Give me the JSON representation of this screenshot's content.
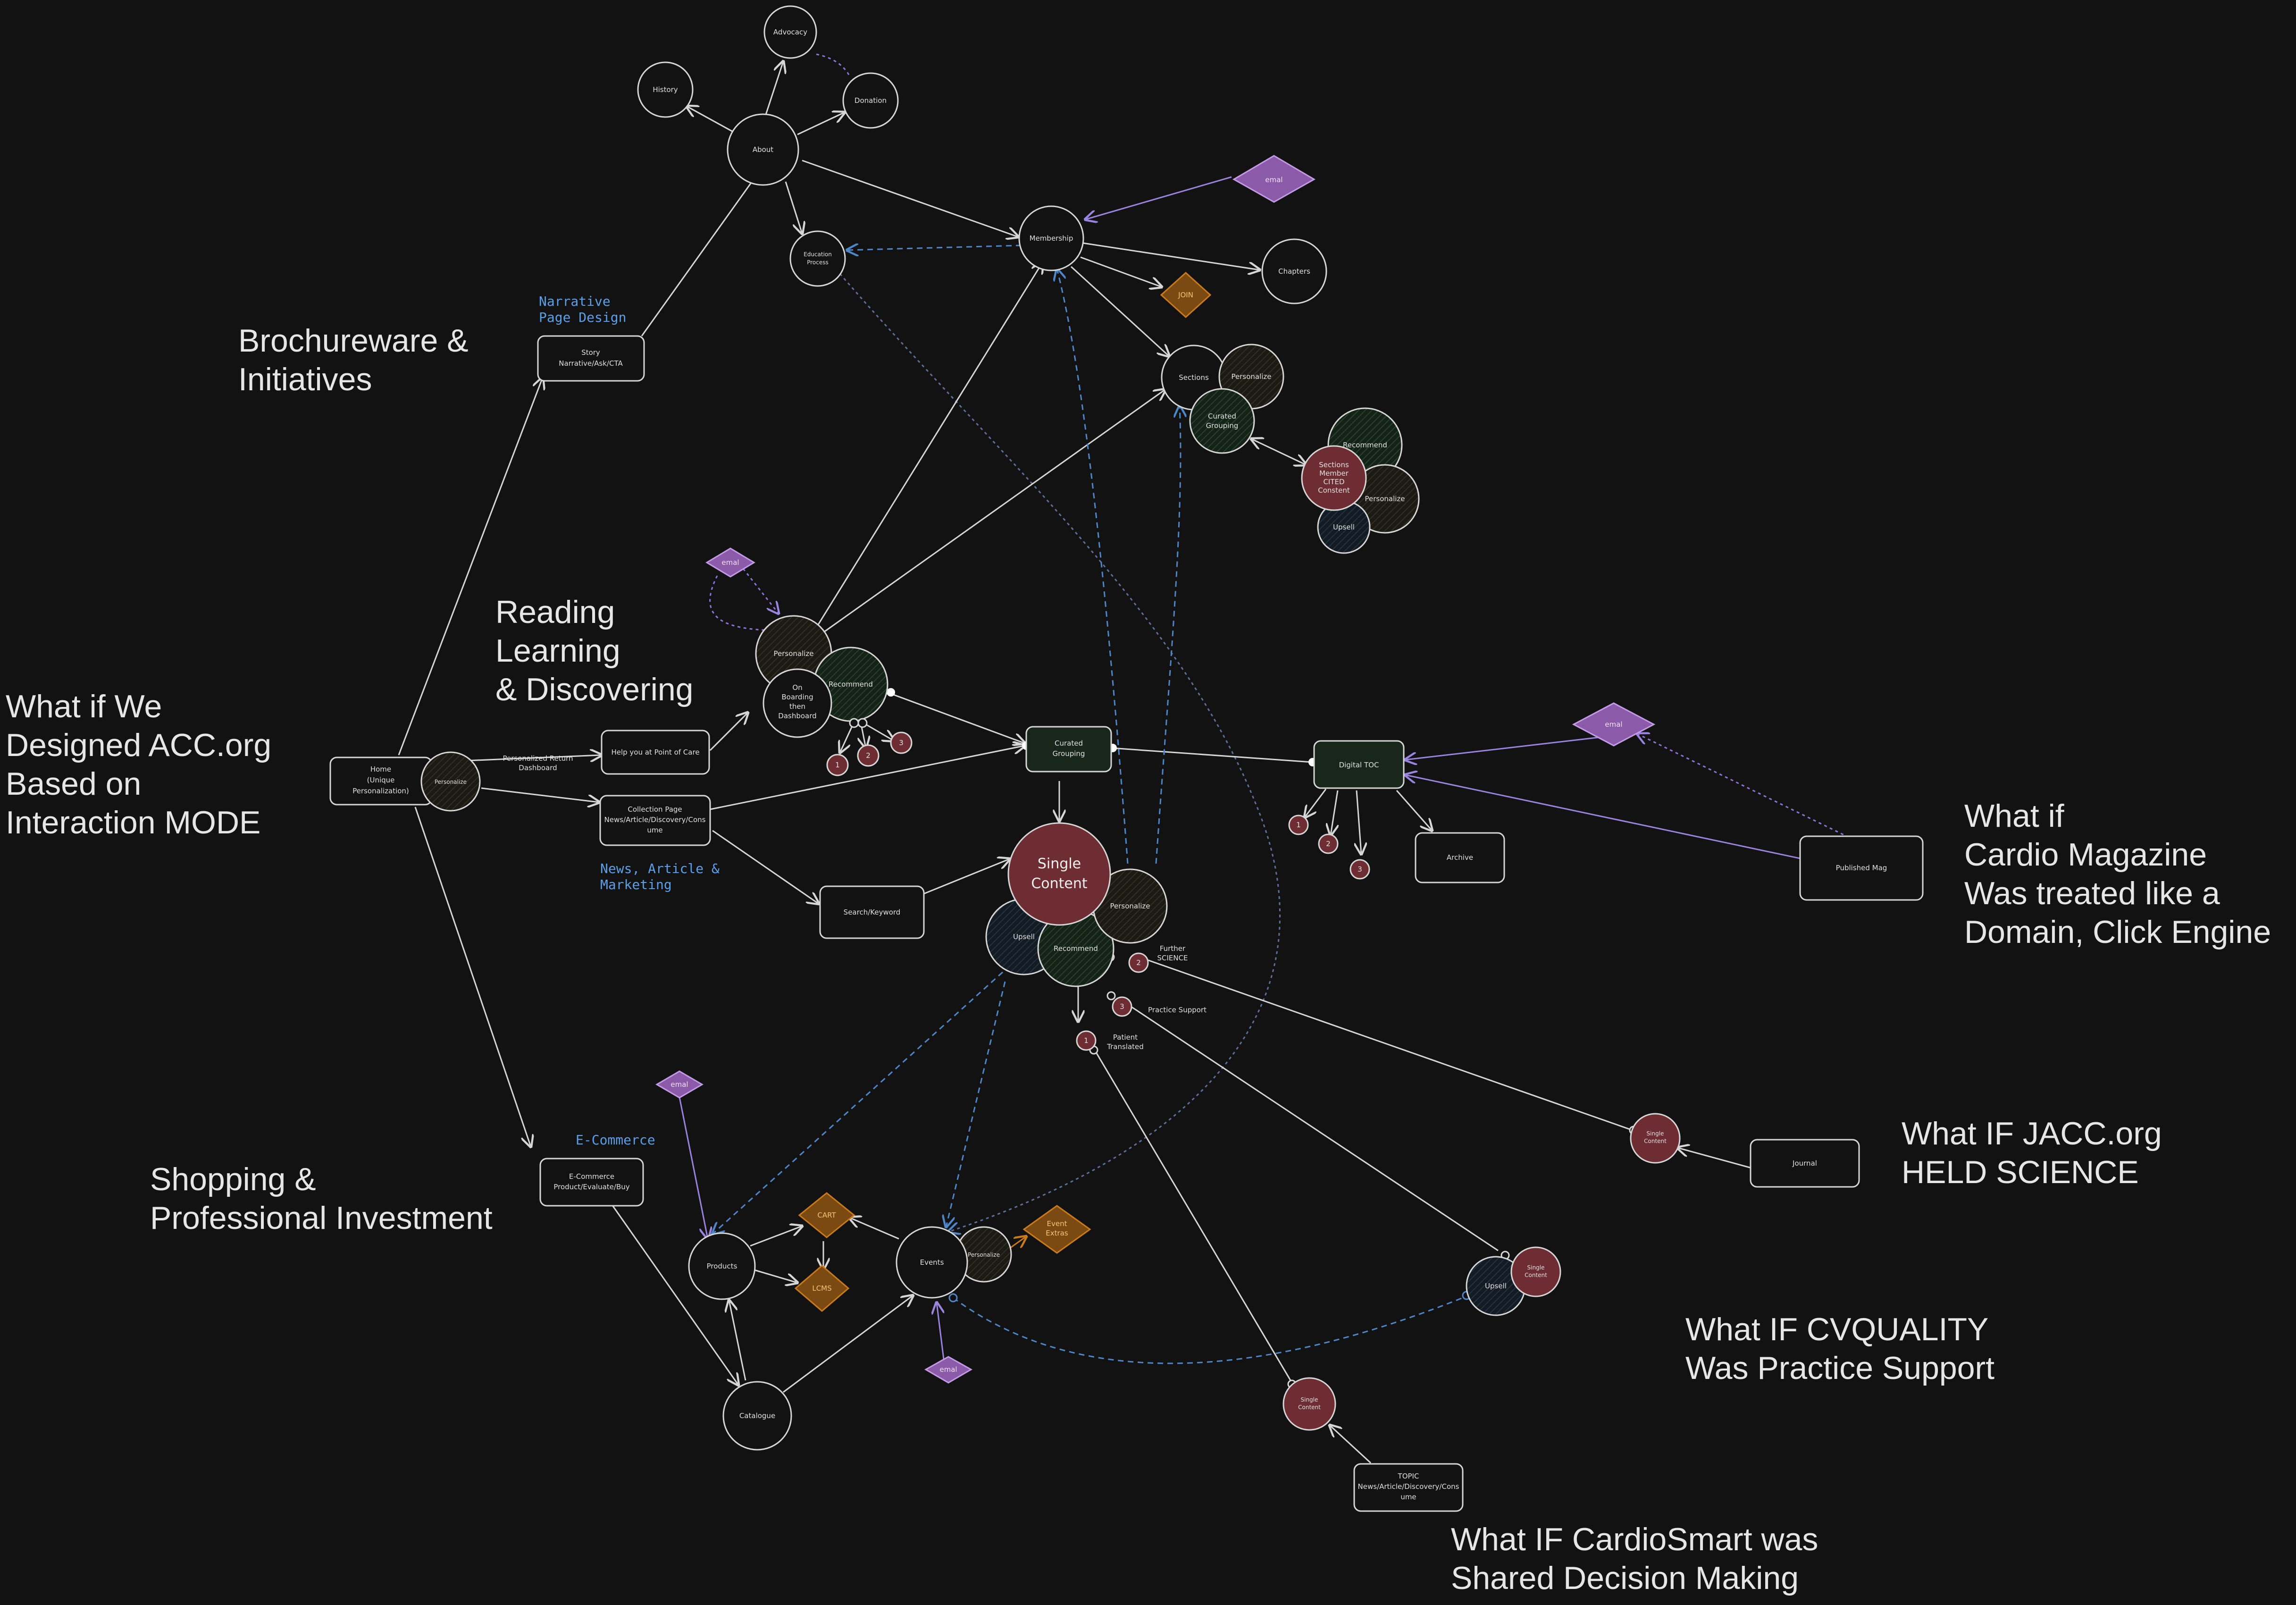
{
  "headings": {
    "brochureware": [
      "Brochureware &",
      "Initiatives"
    ],
    "reading": [
      "Reading",
      "Learning",
      "& Discovering"
    ],
    "what_if_acc": [
      "What if We",
      "Designed ACC.org",
      "Based on",
      "Interaction MODE"
    ],
    "shopping": [
      "Shopping &",
      "Professional Investment"
    ],
    "cardio_magazine": [
      "What if",
      "Cardio Magazine",
      "Was treated like a",
      "Domain, Click Engine"
    ],
    "jacc": [
      "What IF JACC.org",
      "HELD SCIENCE"
    ],
    "cvquality": [
      "What IF CVQUALITY",
      "Was Practice Support"
    ],
    "cardiosmart": [
      "What IF CardioSmart was",
      "Shared Decision Making"
    ]
  },
  "blue_labels": {
    "narrative": [
      "Narrative",
      "Page Design"
    ],
    "news": [
      "News, Article &",
      "Marketing"
    ],
    "ecommerce": [
      "E-Commerce"
    ]
  },
  "nodes": {
    "advocacy": "Advocacy",
    "history": "History",
    "donation": "Donation",
    "about": "About",
    "education_process": [
      "Education",
      "Process"
    ],
    "membership": "Membership",
    "email_top": "emal",
    "chapters": "Chapters",
    "join": "JOIN",
    "sections": "Sections",
    "personalize_sections": "Personalize",
    "curated_grouping_sections": [
      "Curated",
      "Grouping"
    ],
    "recommend_member": "Recommend",
    "sections_member": [
      "Sections",
      "Member",
      "CITED",
      "Constent"
    ],
    "personalize_member": "Personalize",
    "upsell_member": "Upsell",
    "story": [
      "Story",
      "Narrative/Ask/CTA"
    ],
    "email_reading": "emal",
    "personalize_reading": "Personalize",
    "recommend_reading": "Recommend",
    "onboarding": [
      "On",
      "Boarding",
      "then",
      "Dashboard"
    ],
    "home": [
      "Home",
      "(Unique",
      "Personalization)"
    ],
    "personalize_home": "Personalize",
    "personalized_return": [
      "Personalized Return",
      "Dashboard"
    ],
    "help_point_of_care": "Help you at Point of Care",
    "collection_page": [
      "Collection Page",
      "News/Article/Discovery/Cons",
      "ume"
    ],
    "curated_grouping_center": [
      "Curated",
      "Grouping"
    ],
    "digital_toc": "Digital TOC",
    "email_right": "emal",
    "archive": "Archive",
    "published_mag": "Published Mag",
    "search_keyword": "Search/Keyword",
    "single_content_main": [
      "Single",
      "Content"
    ],
    "personalize_single": "Personalize",
    "upsell_single": "Upsell",
    "recommend_single": "Recommend",
    "further_science": [
      "Further",
      "SCIENCE"
    ],
    "practice_support": "Practice Support",
    "patient_translated": [
      "Patient",
      "Translated"
    ],
    "single_content_jacc": [
      "Single",
      "Content"
    ],
    "journal": "Journal",
    "upsell_cvq": "Upsell",
    "single_content_cvq": [
      "Single",
      "Content"
    ],
    "single_content_cs": [
      "Single",
      "Content"
    ],
    "topic": [
      "TOPIC",
      "News/Article/Discovery/Cons",
      "ume"
    ],
    "email_shop": "emal",
    "ecommerce_box": [
      "E-Commerce",
      "Product/Evaluate/Buy"
    ],
    "products": "Products",
    "cart": "CART",
    "lcms": "LCMS",
    "events": "Events",
    "personalize_events": "Personalize",
    "event_extras": [
      "Event",
      "Extras"
    ],
    "email_events": "emal",
    "catalogue": "Catalogue",
    "badges": [
      "1",
      "2",
      "3"
    ],
    "toc_badges": [
      "1",
      "2",
      "3"
    ],
    "badge_further": "2",
    "badge_practice": "3",
    "badge_patient": "1"
  },
  "colors": {
    "background": "#121212",
    "line": "#d6d6d6",
    "blue_dashed": "#4e86c8",
    "purple": "#8b5aa8",
    "orange": "#7a4a12",
    "maroon": "#6e2c33",
    "dark_green": "#18261c"
  }
}
